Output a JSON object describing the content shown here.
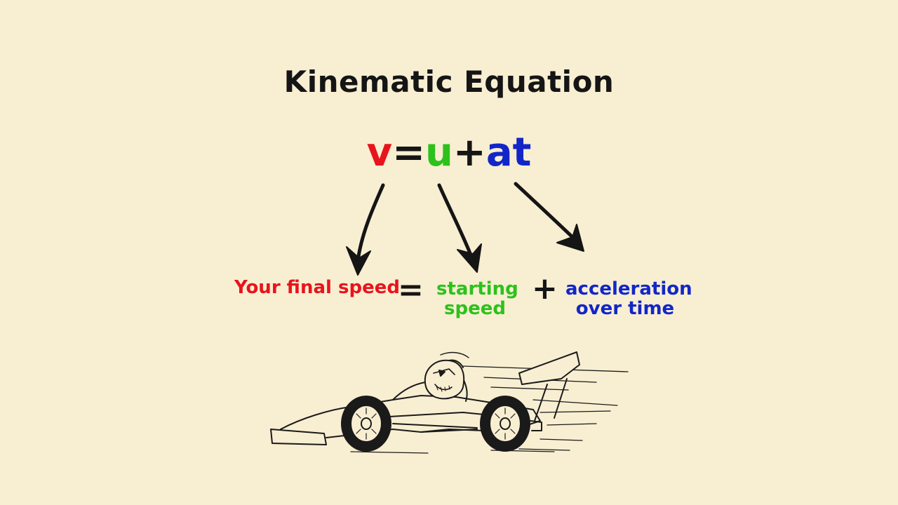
{
  "title": "Kinematic Equation",
  "equation": {
    "v": {
      "text": "v",
      "color": "#e8141c"
    },
    "eq": "=",
    "u": {
      "text": "u",
      "color": "#2cc21b"
    },
    "plus": "+",
    "at": {
      "text": "at",
      "color": "#1226c8"
    }
  },
  "labels": {
    "final_speed": {
      "text": "Your final speed",
      "color": "#e8141c"
    },
    "equals": "=",
    "starting_speed_line1": "starting",
    "starting_speed_line2": "speed",
    "starting_speed_color": "#2cc21b",
    "plus": "+",
    "acceleration_line1": "acceleration",
    "acceleration_line2": "over time",
    "acceleration_color": "#1226c8"
  },
  "illustration": "race-car-driver"
}
